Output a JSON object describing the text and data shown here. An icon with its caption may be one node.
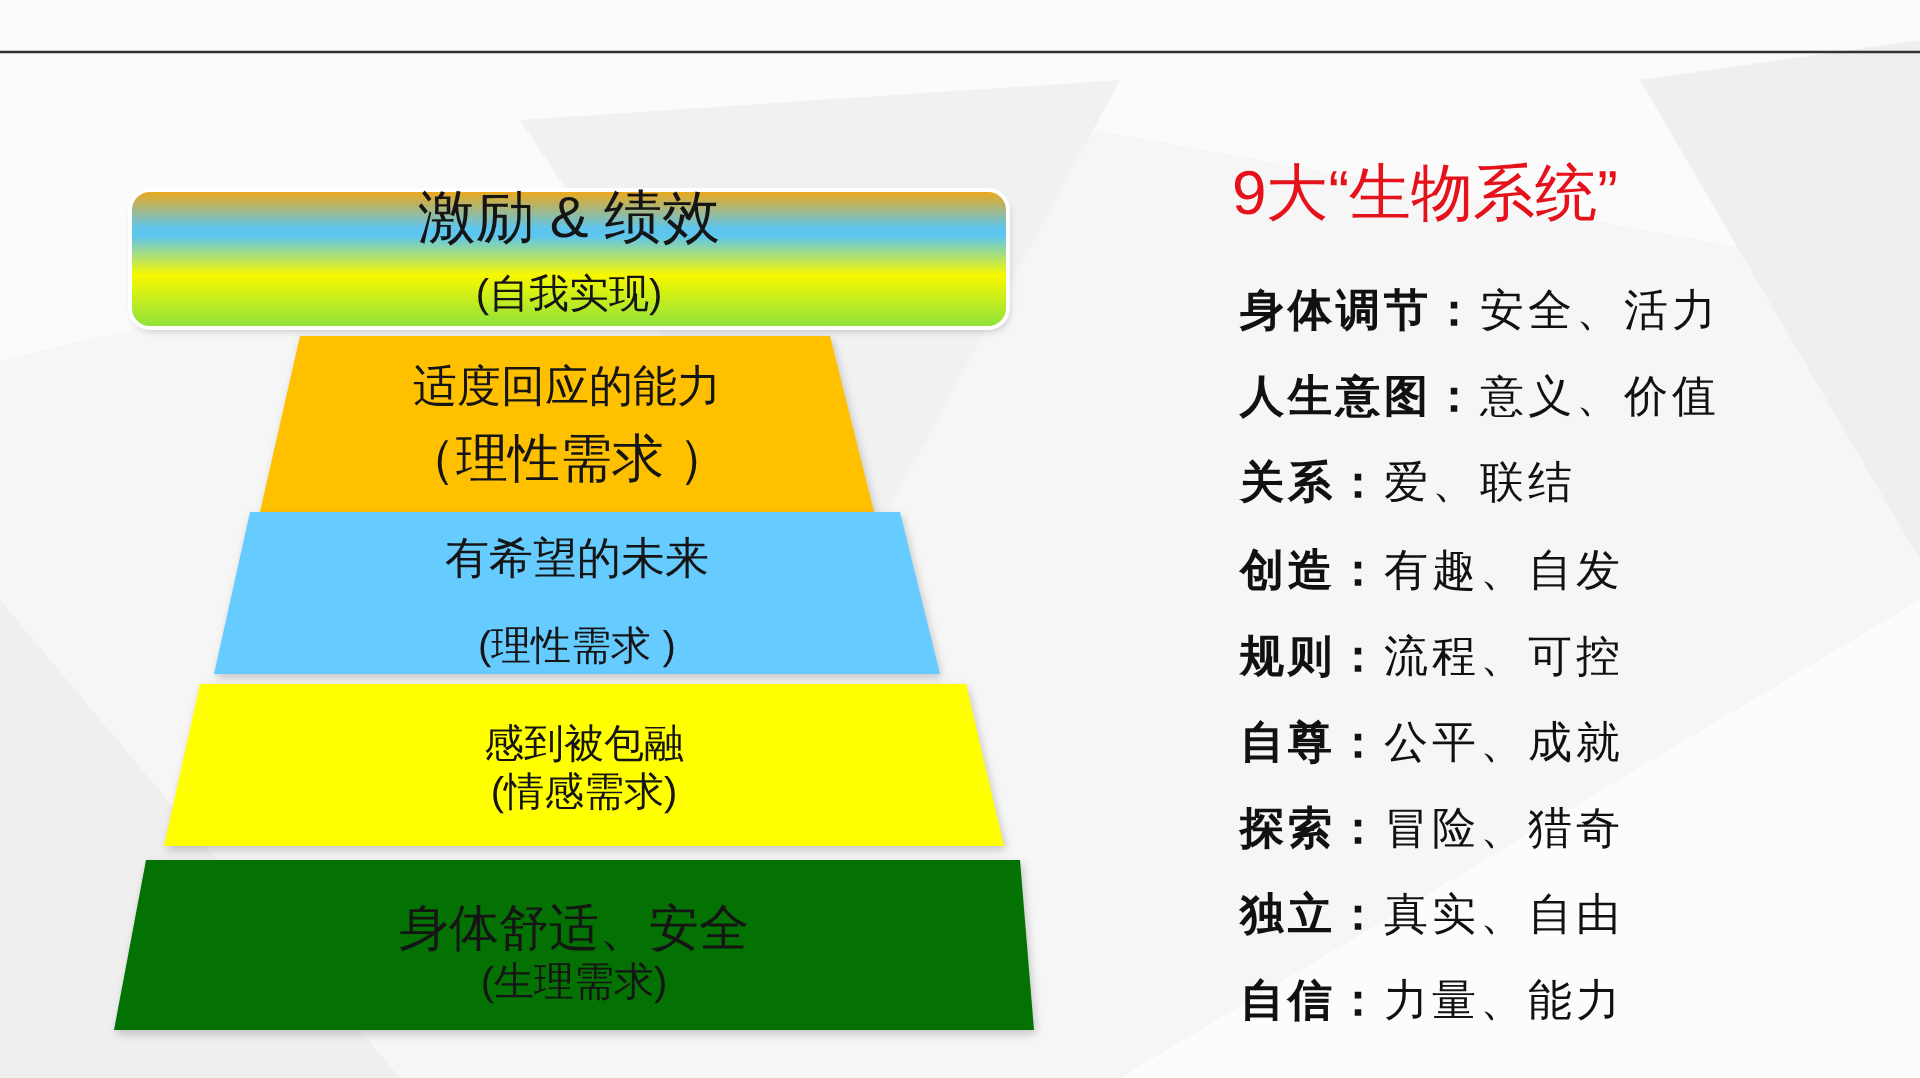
{
  "diagram": {
    "nodes": [
      {
        "text": [
          "激励 & 绩效",
          "(自我实现)"
        ]
      },
      {
        "text": [
          "适度回应的能力",
          "（理性需求 ）"
        ]
      },
      {
        "text": [
          "有希望的未来",
          "(理性需求 )"
        ]
      },
      {
        "text": [
          "感到被包融",
          "(情感需求)"
        ]
      },
      {
        "text": [
          "身体舒适、安全",
          "(生理需求)"
        ]
      }
    ],
    "labels": [
      "9大“生物系统”",
      "**身体调节：**安全、活力",
      "**人生意图：**意义、价值",
      "**关系：**爱、联结",
      "**创造：**有趣、自发",
      "**规则：**流程、可控",
      "**自尊：**公平、成就",
      "**探索：**冒险、猎奇",
      "**独立：**真实、自由",
      "**自信：**力量、能力"
    ]
  }
}
